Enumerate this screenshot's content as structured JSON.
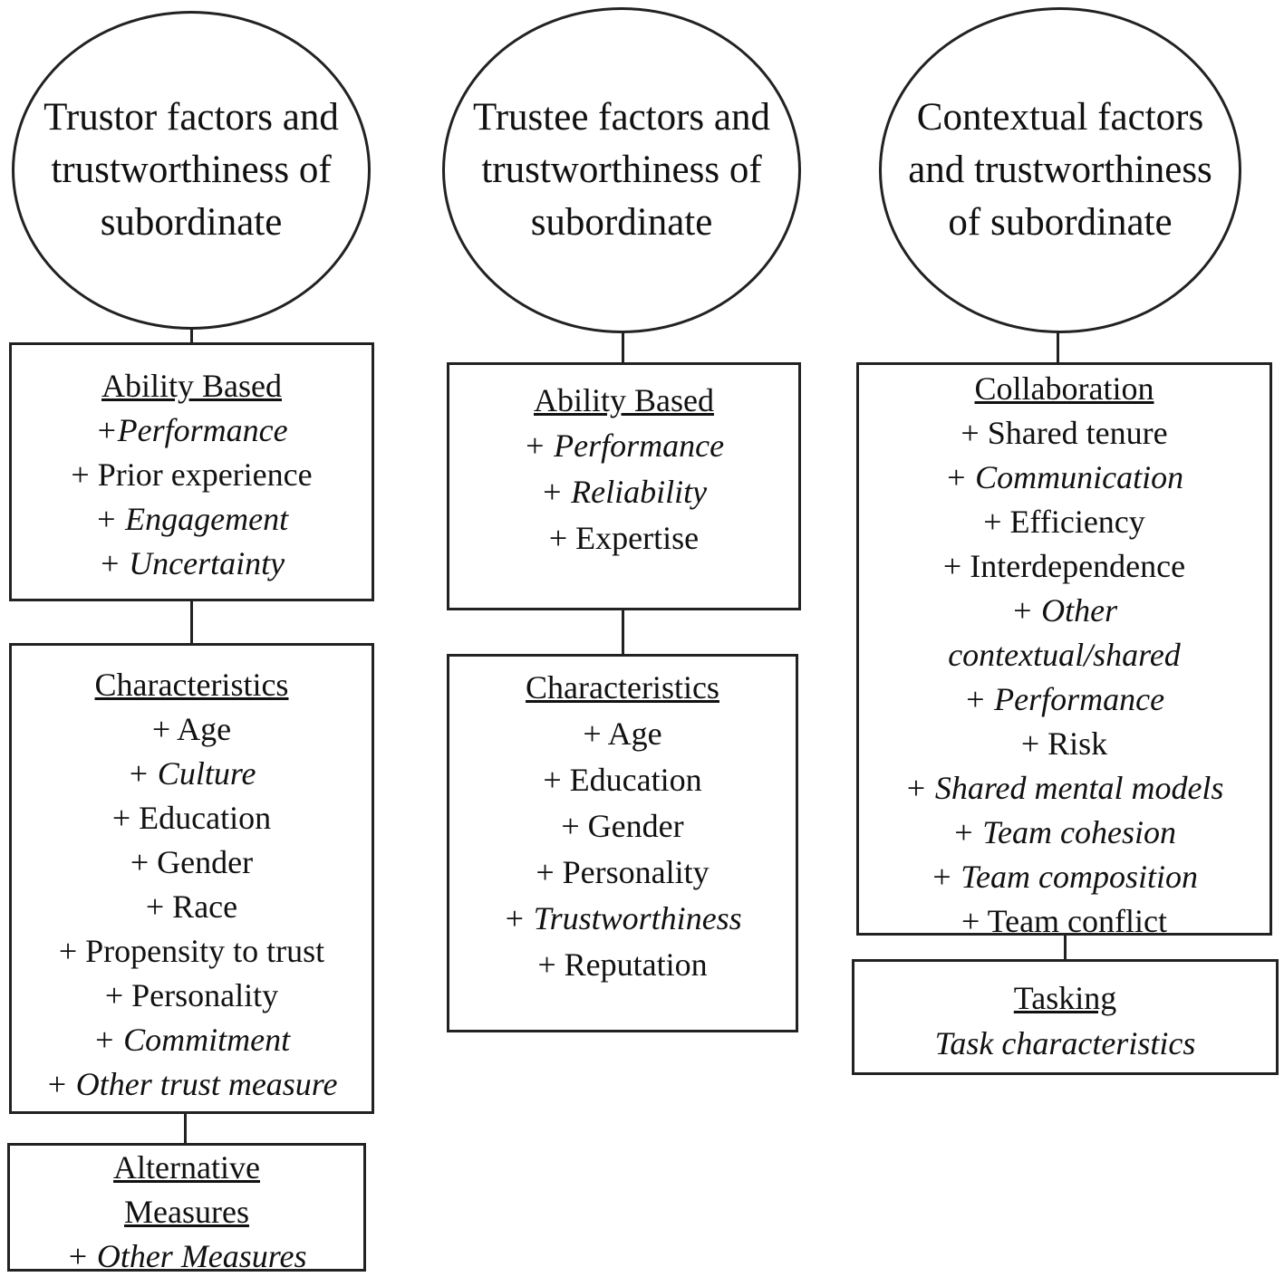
{
  "columns": [
    {
      "title": "Trustor factors and trustworthiness of subordinate",
      "boxes": [
        {
          "heading": "Ability Based",
          "items": [
            {
              "text": "+Performance",
              "italic": true
            },
            {
              "text": "+ Prior experience",
              "italic": false
            },
            {
              "text": "+ Engagement",
              "italic": true
            },
            {
              "text": "+ Uncertainty",
              "italic": true
            }
          ]
        },
        {
          "heading": "Characteristics",
          "items": [
            {
              "text": "+ Age",
              "italic": false
            },
            {
              "text": "+ Culture",
              "italic": true
            },
            {
              "text": "+ Education",
              "italic": false
            },
            {
              "text": "+ Gender",
              "italic": false
            },
            {
              "text": "+ Race",
              "italic": false
            },
            {
              "text": "+ Propensity to trust",
              "italic": false
            },
            {
              "text": "+ Personality",
              "italic": false
            },
            {
              "text": "+ Commitment",
              "italic": true
            },
            {
              "text": "+ Other trust measure",
              "italic": true
            }
          ]
        },
        {
          "heading": "Alternative Measures",
          "items": [
            {
              "text": "+ Other Measures",
              "italic": true
            }
          ]
        }
      ]
    },
    {
      "title": "Trustee factors and trustworthiness of subordinate",
      "boxes": [
        {
          "heading": "Ability Based",
          "items": [
            {
              "text": "+ Performance",
              "italic": true
            },
            {
              "text": "+ Reliability",
              "italic": true
            },
            {
              "text": "+ Expertise",
              "italic": false
            }
          ]
        },
        {
          "heading": "Characteristics",
          "items": [
            {
              "text": "+ Age",
              "italic": false
            },
            {
              "text": "+ Education",
              "italic": false
            },
            {
              "text": "+ Gender",
              "italic": false
            },
            {
              "text": "+ Personality",
              "italic": false
            },
            {
              "text": "+ Trustworthiness",
              "italic": true
            },
            {
              "text": "+ Reputation",
              "italic": false
            }
          ]
        }
      ]
    },
    {
      "title": "Contextual factors and trustworthiness of subordinate",
      "boxes": [
        {
          "heading": "Collaboration",
          "items": [
            {
              "text": "+ Shared tenure",
              "italic": false
            },
            {
              "text": "+ Communication",
              "italic": true
            },
            {
              "text": "+ Efficiency",
              "italic": false
            },
            {
              "text": "+ Interdependence",
              "italic": false
            },
            {
              "text": "+ Other",
              "italic": true
            },
            {
              "text": "contextual/shared",
              "italic": true
            },
            {
              "text": "+ Performance",
              "italic": true
            },
            {
              "text": "+ Risk",
              "italic": false
            },
            {
              "text": "+ Shared mental models",
              "italic": true
            },
            {
              "text": "+ Team cohesion",
              "italic": true
            },
            {
              "text": "+ Team composition",
              "italic": true
            },
            {
              "text": "+ Team conflict",
              "italic": false
            }
          ]
        },
        {
          "heading": "Tasking",
          "items": [
            {
              "text": "Task characteristics",
              "italic": true
            }
          ]
        }
      ]
    }
  ]
}
